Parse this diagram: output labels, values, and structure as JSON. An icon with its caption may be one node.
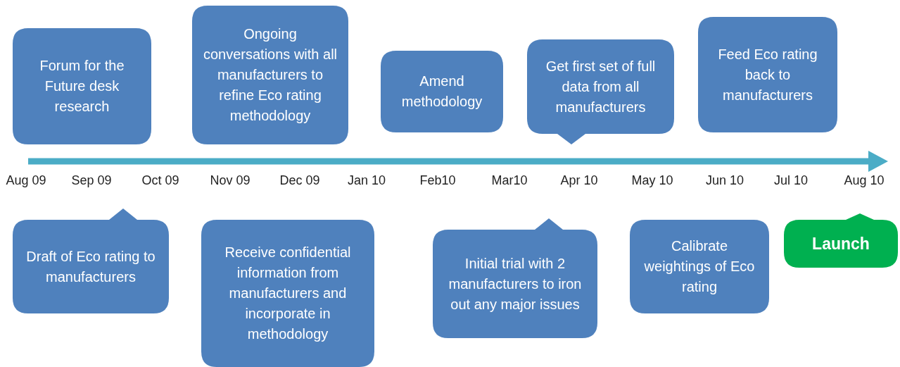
{
  "diagram": {
    "nodes": [
      {
        "text": [
          "Forum for the Future desk research"
        ]
      },
      {
        "text": [
          "Ongoing conversations with all manufacturers to refine Eco rating methodology"
        ]
      },
      {
        "text": [
          "Amend methodology"
        ]
      },
      {
        "text": [
          "Get first set of full data from all manufacturers"
        ]
      },
      {
        "text": [
          "Feed Eco rating back to manufacturers"
        ]
      },
      {
        "text": [
          "Draft of Eco rating to manufacturers"
        ]
      },
      {
        "text": [
          "Receive confidential information from manufacturers and incorporate in methodology"
        ]
      },
      {
        "text": [
          "Initial trial with 2 manufacturers to iron out any major issues"
        ]
      },
      {
        "text": [
          "Calibrate weightings of Eco rating"
        ]
      },
      {
        "text": [
          "Launch"
        ]
      }
    ],
    "edges": [],
    "labels": [
      "Aug 09",
      "Sep 09",
      "Oct 09",
      "Nov 09",
      "Dec 09",
      "Jan 10",
      "Feb10",
      "Mar10",
      "Apr 10",
      "May 10",
      "Jun 10",
      "Jul 10",
      "Aug 10"
    ]
  }
}
